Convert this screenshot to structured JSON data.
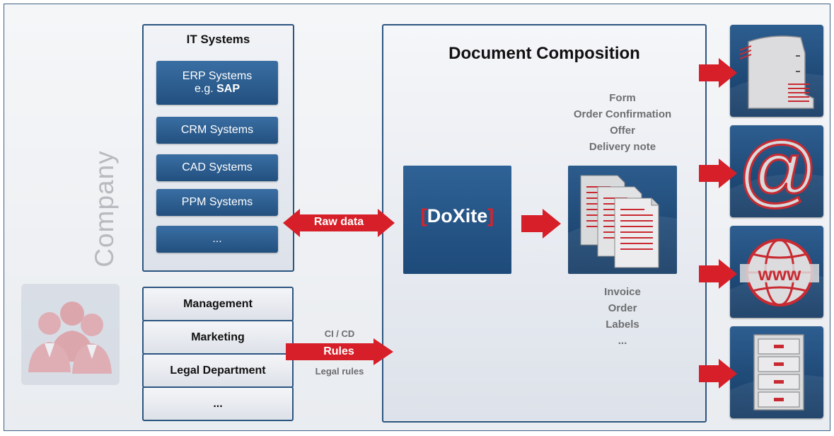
{
  "company_label": "Company",
  "it_systems": {
    "title": "IT Systems",
    "erp": {
      "line1": "ERP Systems",
      "line2_prefix": "e.g.",
      "line2_bold": "SAP"
    },
    "items": [
      "CRM Systems",
      "CAD Systems",
      "PPM Systems",
      "..."
    ]
  },
  "departments": [
    "Management",
    "Marketing",
    "Legal Department",
    "..."
  ],
  "arrows": {
    "raw_data": "Raw data",
    "rules": "Rules",
    "rules_above": "CI / CD",
    "rules_below": "Legal rules"
  },
  "composition": {
    "title": "Document Composition",
    "doc_types_top": [
      "Form",
      "Order Confirmation",
      "Offer",
      "Delivery note"
    ],
    "doc_types_bottom": [
      "Invoice",
      "Order",
      "Labels",
      "..."
    ]
  },
  "doxite": {
    "bracket_open": "[",
    "name": "DoXite",
    "bracket_close": "]"
  },
  "outputs": [
    {
      "icon": "fax-icon"
    },
    {
      "icon": "email-at-icon"
    },
    {
      "icon": "www-globe-icon"
    },
    {
      "icon": "archive-cabinet-icon"
    }
  ],
  "colors": {
    "accent_red": "#d9232b",
    "box_blue": "#22507f",
    "panel_border": "#2c5580",
    "muted_gray": "#b7babe"
  }
}
